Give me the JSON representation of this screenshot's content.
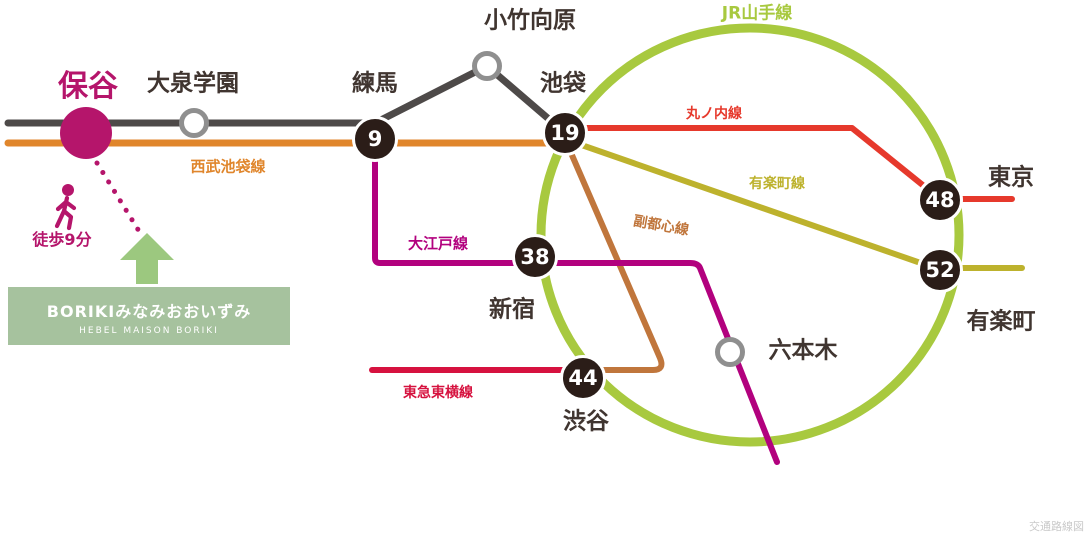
{
  "credit": "交通路線図",
  "walk": {
    "label": "徒歩9分"
  },
  "banner": {
    "title": "BORIKIみなみおおいずみ",
    "subtitle": "HEBEL MAISON BORIKI"
  },
  "stations": {
    "hoya": {
      "name": "保谷"
    },
    "oizumi_gakuen": {
      "name": "大泉学園"
    },
    "nerima": {
      "name": "練馬",
      "minutes": "9"
    },
    "kotake_mukaihara": {
      "name": "小竹向原"
    },
    "ikebukuro": {
      "name": "池袋",
      "minutes": "19"
    },
    "shinjuku": {
      "name": "新宿",
      "minutes": "38"
    },
    "shibuya": {
      "name": "渋谷",
      "minutes": "44"
    },
    "roppongi": {
      "name": "六本木"
    },
    "tokyo": {
      "name": "東京",
      "minutes": "48"
    },
    "yurakucho": {
      "name": "有楽町",
      "minutes": "52"
    }
  },
  "lines": {
    "seibu_ikebukuro": {
      "name": "西武池袋線"
    },
    "jr_yamanote": {
      "name": "JR山手線"
    },
    "marunouchi": {
      "name": "丸ノ内線"
    },
    "yurakucho": {
      "name": "有楽町線"
    },
    "fukutoshin": {
      "name": "副都心線"
    },
    "oedo": {
      "name": "大江戸線"
    },
    "tokyu_toyoko": {
      "name": "東急東横線"
    }
  },
  "colors": {
    "hoya_magenta": "#b5156b",
    "station_dot_black": "#2b1d18",
    "white_dot_ring": "#8f8f8f",
    "connector_gray": "#4e4a49",
    "seibu_orange": "#e0862c",
    "yamanote_green": "#a8c93f",
    "marunouchi_red": "#e6392c",
    "yurakucho_olive": "#bdb22d",
    "fukutoshin_brown": "#c0763c",
    "oedo_purple": "#b2017e",
    "toyoko_red": "#d6123f",
    "banner_green": "#a6c29e",
    "arrow_green": "#9cc87f",
    "label_dark": "#403530"
  }
}
